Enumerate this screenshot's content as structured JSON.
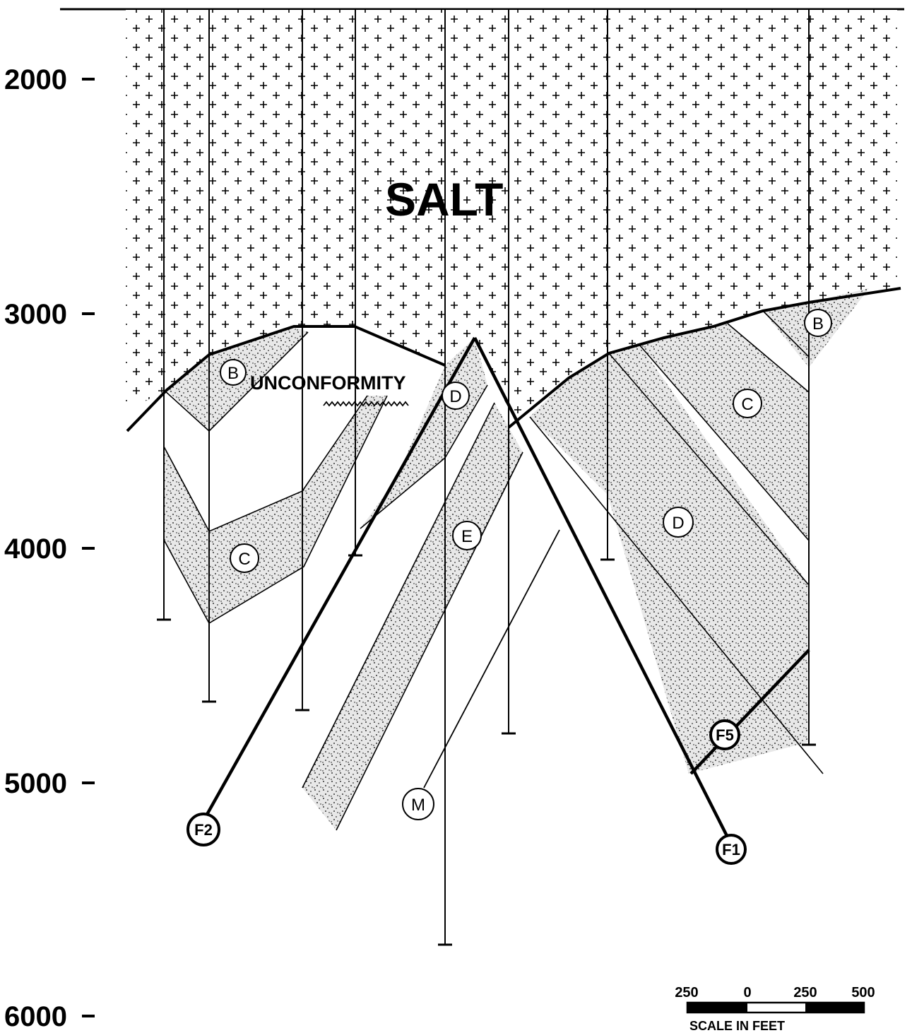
{
  "depth_axis": {
    "labels": [
      "2000",
      "3000",
      "4000",
      "5000",
      "6000"
    ]
  },
  "annotations": {
    "salt": "SALT",
    "unconformity": "UNCONFORMITY"
  },
  "units": {
    "B_left": "B",
    "B_right": "B",
    "C_left": "C",
    "C_right": "C",
    "D_center": "D",
    "D_right": "D",
    "E": "E"
  },
  "faults": {
    "F1": "F1",
    "F2": "F2",
    "F5": "F5",
    "M": "M"
  },
  "scale_bar": {
    "ticks": [
      "250",
      "0",
      "250",
      "500"
    ],
    "caption": "SCALE IN FEET"
  },
  "colors": {
    "ink": "#000000",
    "stipple_bg": "#e8e8e8",
    "paper": "#ffffff"
  }
}
